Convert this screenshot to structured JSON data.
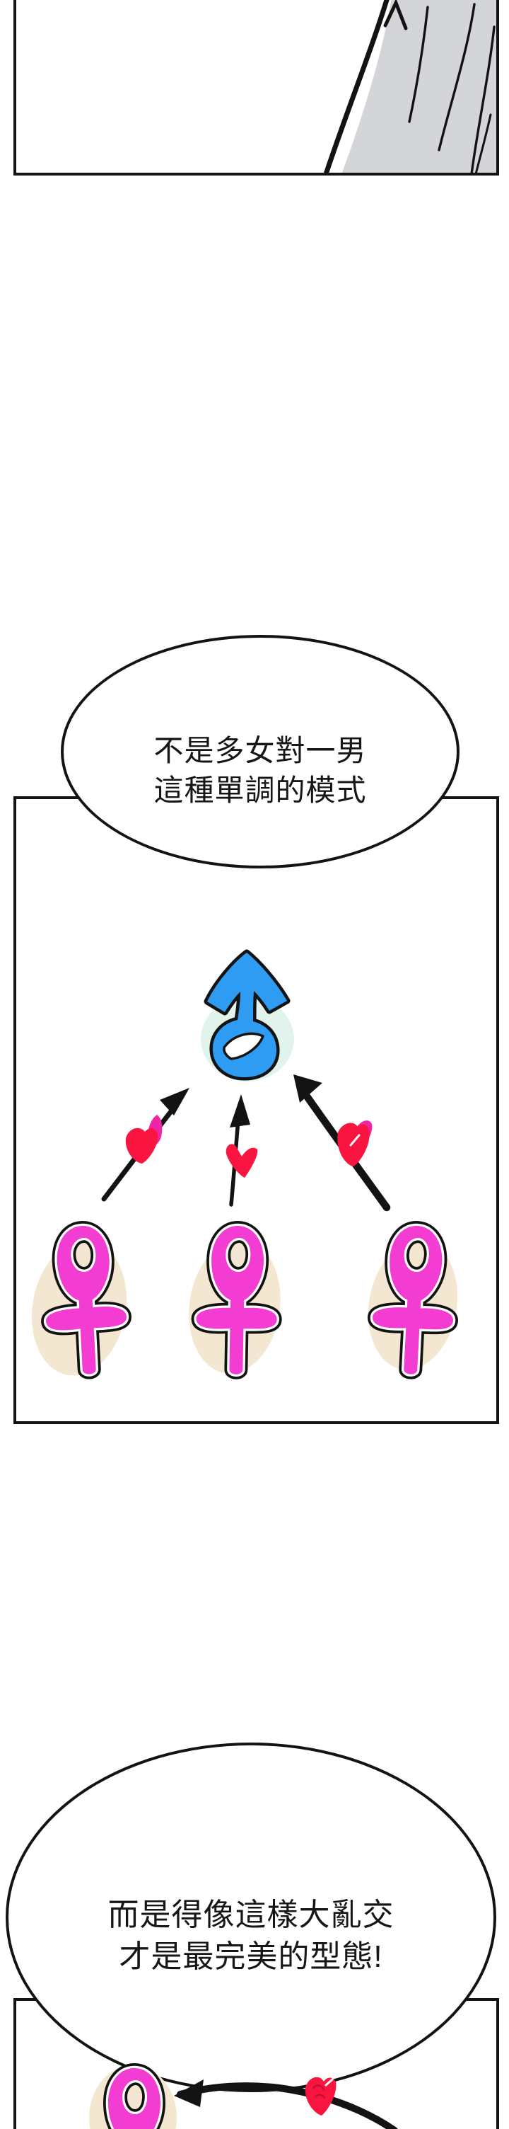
{
  "bubbles": [
    {
      "lines": [
        "不是多女對一男",
        "這種單調的模式"
      ]
    },
    {
      "lines": [
        "而是得像這樣大亂交",
        "才是最完美的型態!"
      ]
    }
  ],
  "diagram": {
    "male_count": 1,
    "female_count": 3,
    "heart_count": 4,
    "arrow_count": 4,
    "colors": {
      "ink": "#131313",
      "male_blue": "#2d9cf2",
      "male_halo_mint": "#e2f3ec",
      "female_pink": "#f23cd2",
      "female_halo_beige": "#f3e7d2",
      "heart_red": "#f91540",
      "heart_magenta": "#ee26a6",
      "heart_crimson": "#c60f2e",
      "sketch_gray": "#d3d5d9"
    }
  }
}
